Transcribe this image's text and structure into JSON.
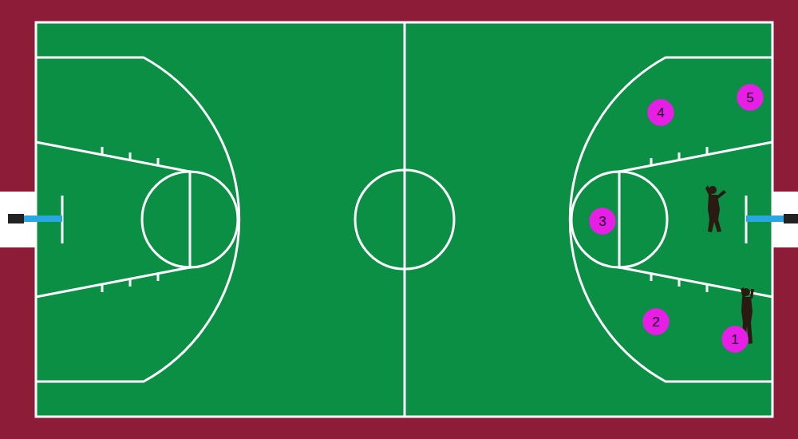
{
  "diagram": {
    "nodes": [
      {
        "text": [
          "4"
        ]
      },
      {
        "text": [
          "5"
        ]
      },
      {
        "text": [
          "3"
        ]
      },
      {
        "text": [
          "2"
        ]
      },
      {
        "text": [
          "1"
        ]
      }
    ]
  }
}
